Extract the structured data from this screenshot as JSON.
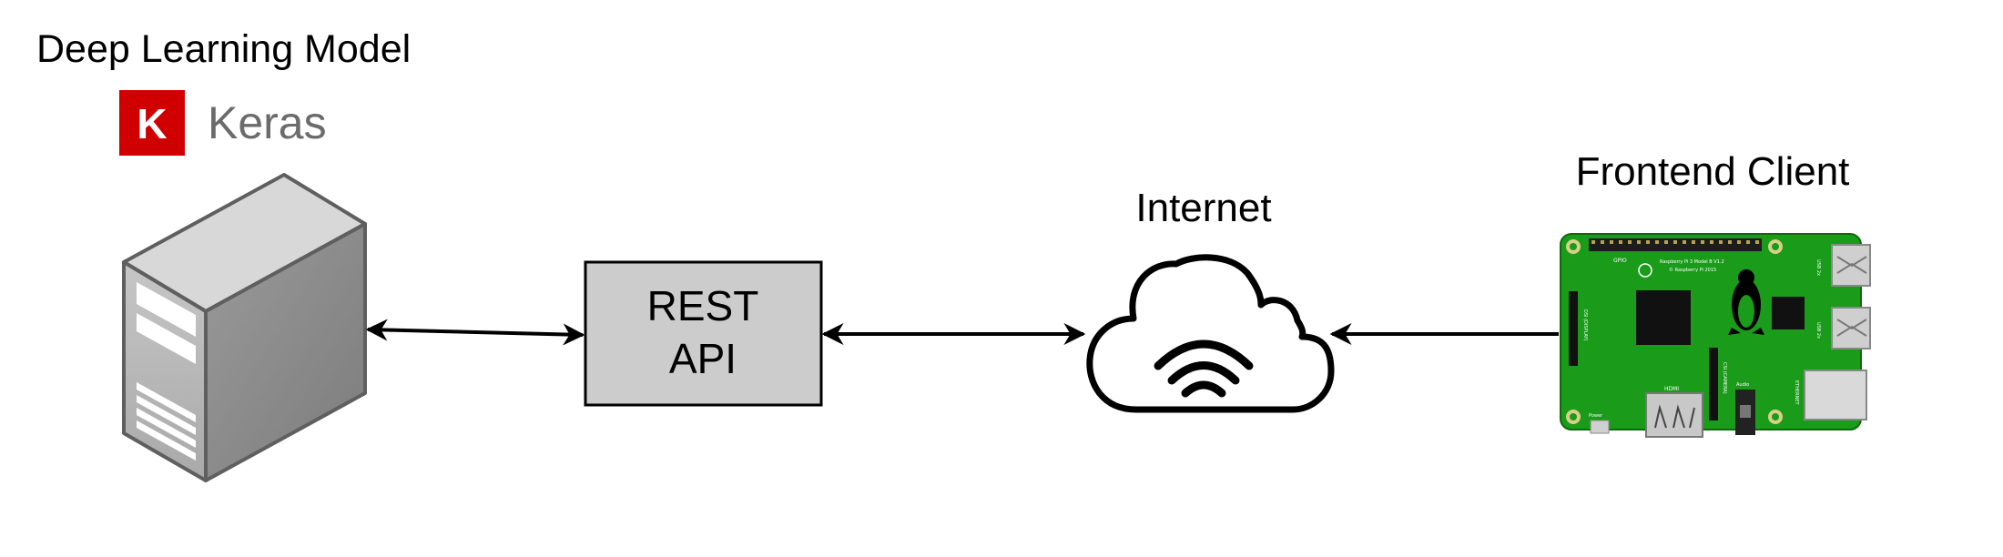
{
  "title": "Deep Learning Model",
  "keras": {
    "logo_letter": "K",
    "label": "Keras",
    "logo_color": "#d00000"
  },
  "rest_api": {
    "line1": "REST",
    "line2": "API"
  },
  "internet": {
    "label": "Internet"
  },
  "frontend": {
    "label": "Frontend Client"
  },
  "pcb": {
    "color": "#1a9b1a",
    "gpio": "GPIO",
    "model": "Raspberry Pi 3 Model B V1.2",
    "copyright": "© Raspberry Pi 2015",
    "usb_top": "USB 2x",
    "usb_bottom": "USB 2x",
    "ethernet": "ETHERNET",
    "hdmi": "HDMI",
    "audio": "Audio",
    "power": "Power",
    "csi": "CSI (CAMERA)",
    "dsi": "DSI (DISPLAY)"
  }
}
